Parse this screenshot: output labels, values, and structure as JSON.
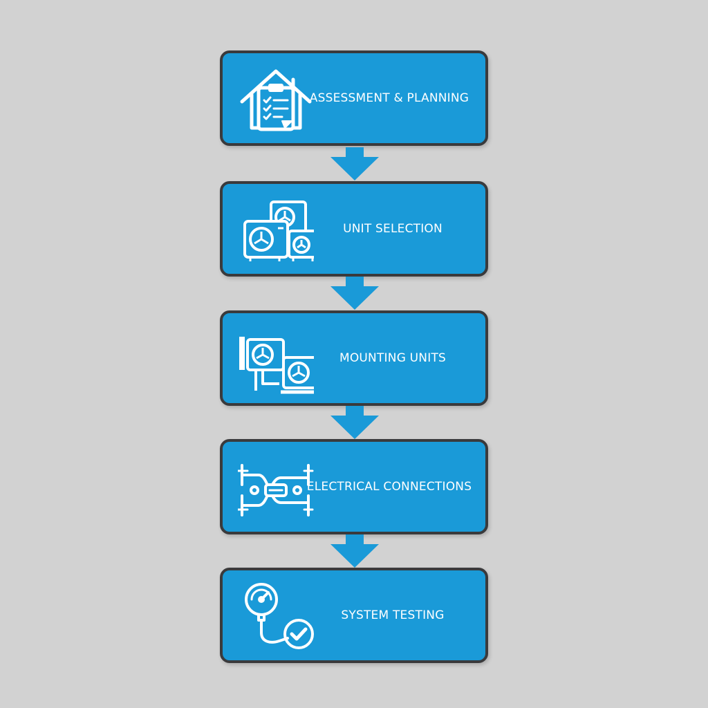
{
  "colors": {
    "background": "#d2d2d2",
    "box_fill": "#1a9ad8",
    "box_border": "#3a3a3c",
    "arrow": "#1a9ad8",
    "icon": "#ffffff"
  },
  "steps": [
    {
      "label": "ASSESSMENT & PLANNING",
      "icon": "house-clipboard-icon"
    },
    {
      "label": "UNIT SELECTION",
      "icon": "ac-units-icon"
    },
    {
      "label": "MOUNTING UNITS",
      "icon": "mounted-ac-units-icon"
    },
    {
      "label": "ELECTRICAL CONNECTIONS",
      "icon": "wiring-connections-icon"
    },
    {
      "label": "SYSTEM TESTING",
      "icon": "pressure-gauge-check-icon"
    }
  ]
}
